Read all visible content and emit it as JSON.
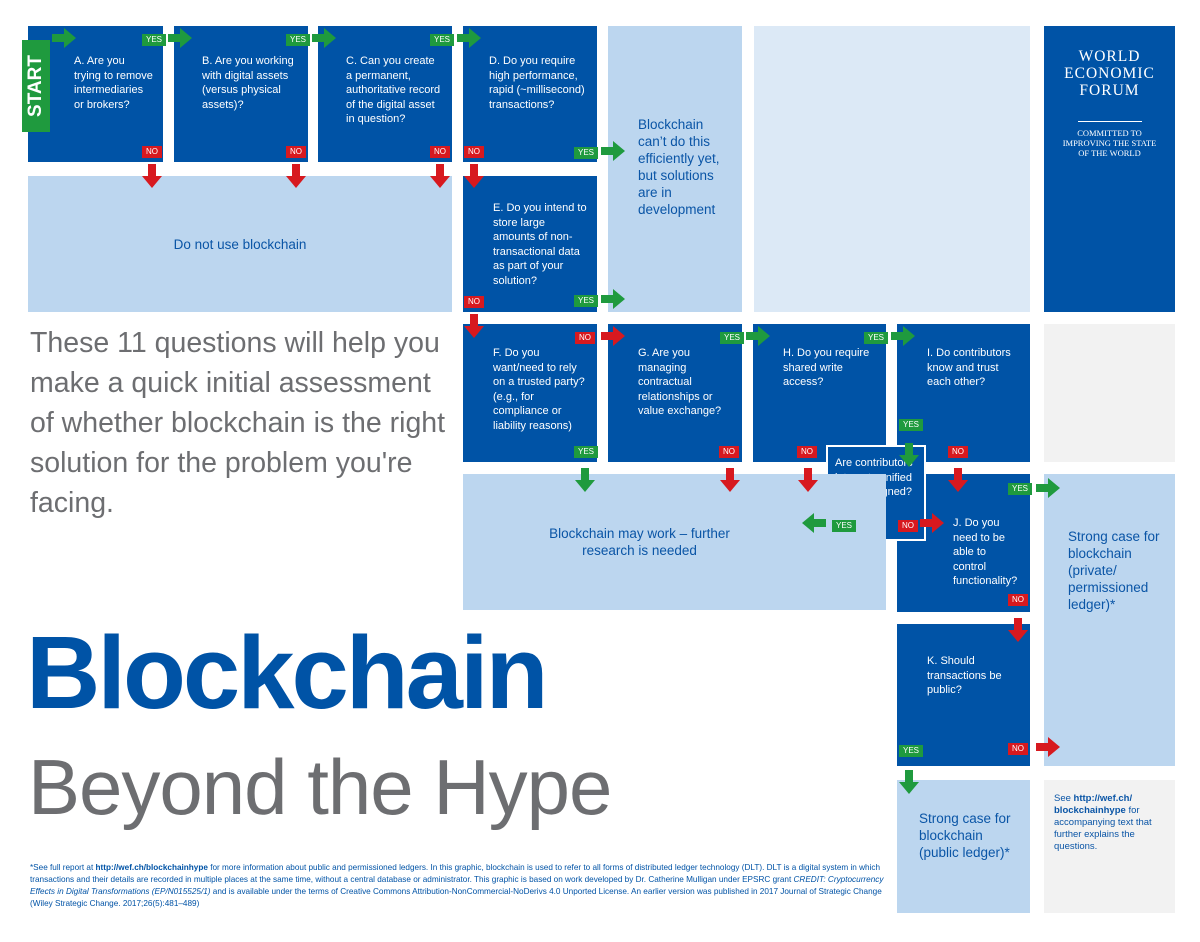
{
  "start_label": "START",
  "questions": {
    "a": "A. Are you trying to remove intermediaries or brokers?",
    "b": "B. Are you working with digital assets (versus physical assets)?",
    "c": "C. Can you create a permanent, authoritative record of the digital  asset in question?",
    "d": "D. Do you require high performance, rapid (~millisecond) transactions?",
    "e": "E. Do you intend to store large amounts of non-transactional data as part of your solution?",
    "f": "F. Do you want/need to rely on a trusted party? (e.g., for compliance or liability reasons)",
    "g": "G. Are you managing contractual relationships or value exchange?",
    "h": "H. Do you require shared write access?",
    "i": "I. Do contributors know and trust each other?",
    "unified": "Are contributors interests unified or well-aligned?",
    "j": "J. Do you need to be able to control functionality?",
    "k": "K. Should transactions be public?"
  },
  "outcomes": {
    "do_not_use": "Do not use blockchain",
    "cant_do": "Blockchain can’t do this efficiently yet, but solutions are in development",
    "may_work": "Blockchain may work – further research is needed",
    "strong_private": "Strong case for blockchain (private/ permissioned ledger)*",
    "strong_public": "Strong case for blockchain (public ledger)*"
  },
  "labels": {
    "yes": "YES",
    "no": "NO"
  },
  "intro": "These 11 questions will help you make a quick initial assessment of whether blockchain is the right solution for the problem you're facing.",
  "title": "Blockchain",
  "subtitle": "Beyond the Hype",
  "wef": {
    "logo_line1": "WORLD",
    "logo_line2": "ECONOMIC",
    "logo_line3": "FORUM",
    "tagline_1": "COMMITTED TO",
    "tagline_2": "IMPROVING THE STATE",
    "tagline_3": "OF THE WORLD"
  },
  "see_also": {
    "prefix": "See ",
    "link": "http://wef.ch/ blockchainhype",
    "suffix": " for accompanying text that further explains the questions."
  },
  "footnote": {
    "lead": "*See full report at ",
    "link": "http://wef.ch/blockchainhype",
    "body": " for more information about public and permissioned ledgers. In this graphic, blockchain is used to refer to all forms of distributed ledger technology (DLT). DLT is a digital system in which transactions and their details are recorded in multiple places at the same time, without a central database or administrator. This graphic is based on work developed by Dr. Catherine Mulligan under EPSRC grant ",
    "grant": "CREDIT: Cryptocurrency Effects in Digital Transformations (EP/N015525/1)",
    "tail": " and is available under the terms of Creative Commons Attribution-NonCommercial-NoDerivs 4.0 Unported License. An earlier version was published in 2017 Journal of Strategic Change (Wiley Strategic Change. 2017;26(5):481–489)"
  },
  "colors": {
    "dark_blue": "#0053a6",
    "light_blue": "#bcd6ef",
    "pale_blue": "#dce9f6",
    "yes_green": "#1f9a3e",
    "no_red": "#d7191f",
    "grey_text": "#6d6e71"
  }
}
